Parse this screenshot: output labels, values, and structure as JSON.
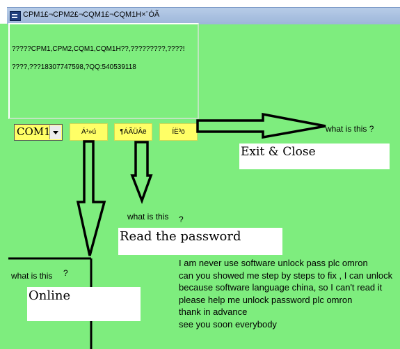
{
  "window": {
    "title": "CPM1£¬CPM2£¬CQM1£¬CQM1H×¨ÓÃ"
  },
  "info_panel": {
    "line1": "?????CPM1,CPM2,CQM1,CQM1H??,?????????,????!",
    "line2": "????,???18307747598,?QQ:540539118"
  },
  "controls": {
    "port_select_value": "COM1",
    "btn_online_label": "Á¹»ú",
    "btn_read_label": "¶ÁÃÜÂë",
    "btn_exit_label": "ÍË³ö"
  },
  "annotations": {
    "q_exit": "what is this ?",
    "q_read_text": "what is this",
    "q_read_mark": "?",
    "q_online_text": "what is this",
    "q_online_mark": "?",
    "label_exit": "Exit & Close",
    "label_read": "Read the password",
    "label_online": "Online"
  },
  "message_lines": [
    "I am never use software unlock pass plc omron",
    "can you showed me step by steps to fix , I can unlock",
    "because software language china, so I can't read it",
    "please help me unlock password plc omron",
    "thank in advance",
    "see you soon everybody"
  ]
}
